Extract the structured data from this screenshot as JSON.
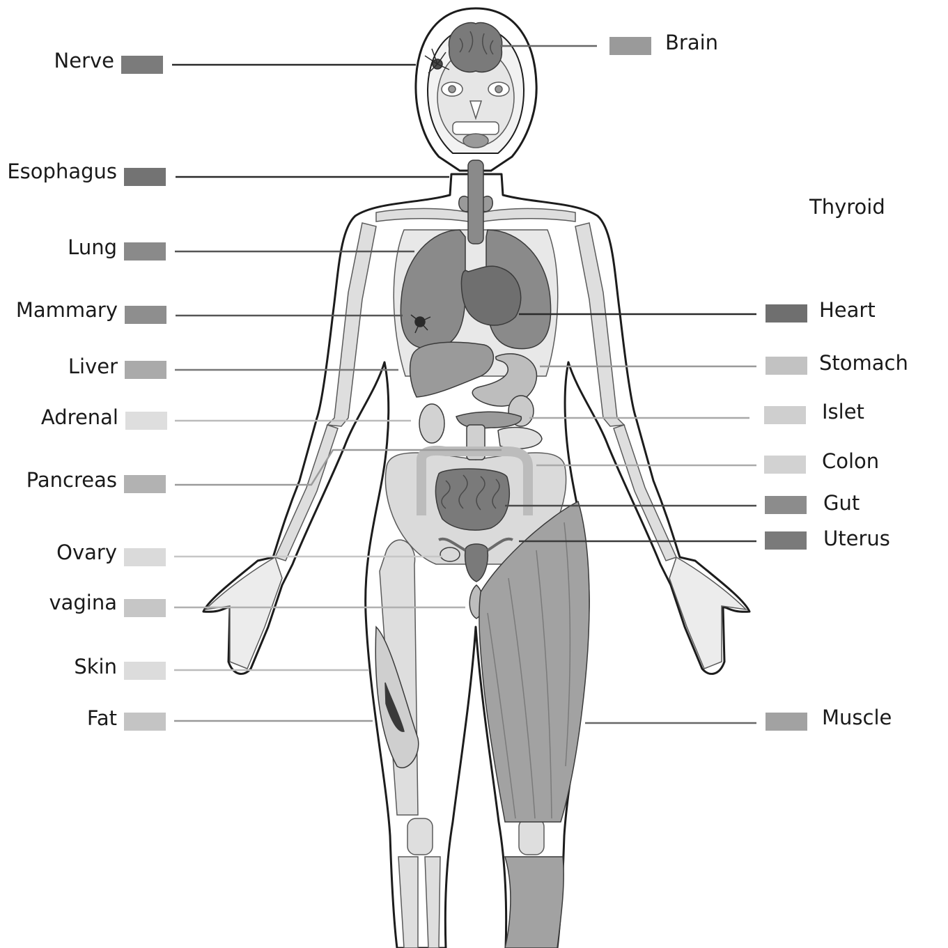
{
  "labels_left": [
    {
      "name": "Nerve",
      "shade": "#7b7b7b"
    },
    {
      "name": "Esophagus",
      "shade": "#737373"
    },
    {
      "name": "Lung",
      "shade": "#8a8a8a"
    },
    {
      "name": "Mammary",
      "shade": "#8e8e8e"
    },
    {
      "name": "Liver",
      "shade": "#aaaaaa"
    },
    {
      "name": "Adrenal",
      "shade": "#dedede"
    },
    {
      "name": "Pancreas",
      "shade": "#b2b2b2"
    },
    {
      "name": "Ovary",
      "shade": "#dadada"
    },
    {
      "name": "vagina",
      "shade": "#c6c6c6"
    },
    {
      "name": "Skin",
      "shade": "#dcdcdc"
    },
    {
      "name": "Fat",
      "shade": "#c4c4c4"
    }
  ],
  "labels_right": [
    {
      "name": "Brain",
      "shade": "#9a9a9a"
    },
    {
      "name": "Thyroid",
      "shade": ""
    },
    {
      "name": "Heart",
      "shade": "#6f6f6f"
    },
    {
      "name": "Stomach",
      "shade": "#c2c2c2"
    },
    {
      "name": "Islet",
      "shade": "#cfcfcf"
    },
    {
      "name": "Colon",
      "shade": "#d2d2d2"
    },
    {
      "name": "Gut",
      "shade": "#8c8c8c"
    },
    {
      "name": "Uterus",
      "shade": "#7a7a7a"
    },
    {
      "name": "Muscle",
      "shade": "#a2a2a2"
    }
  ]
}
